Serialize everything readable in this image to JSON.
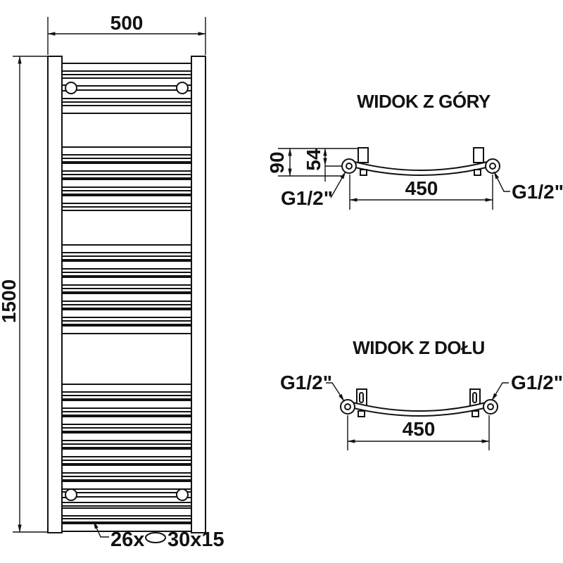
{
  "drawing": {
    "front_view": {
      "width_mm": "500",
      "height_mm": "1500",
      "tube_count": "26x",
      "tube_profile": "30x15"
    },
    "top_view": {
      "title": "WIDOK Z GÓRY",
      "total_depth_mm": "90",
      "axis_depth_mm": "54",
      "connection_spacing_mm": "450",
      "fitting_left": "G1/2\"",
      "fitting_right": "G1/2\""
    },
    "bottom_view": {
      "title": "WIDOK Z DOŁU",
      "connection_spacing_mm": "450",
      "fitting_left": "G1/2\"",
      "fitting_right": "G1/2\""
    }
  },
  "colors": {
    "line": "#121212",
    "background": "#ffffff"
  }
}
